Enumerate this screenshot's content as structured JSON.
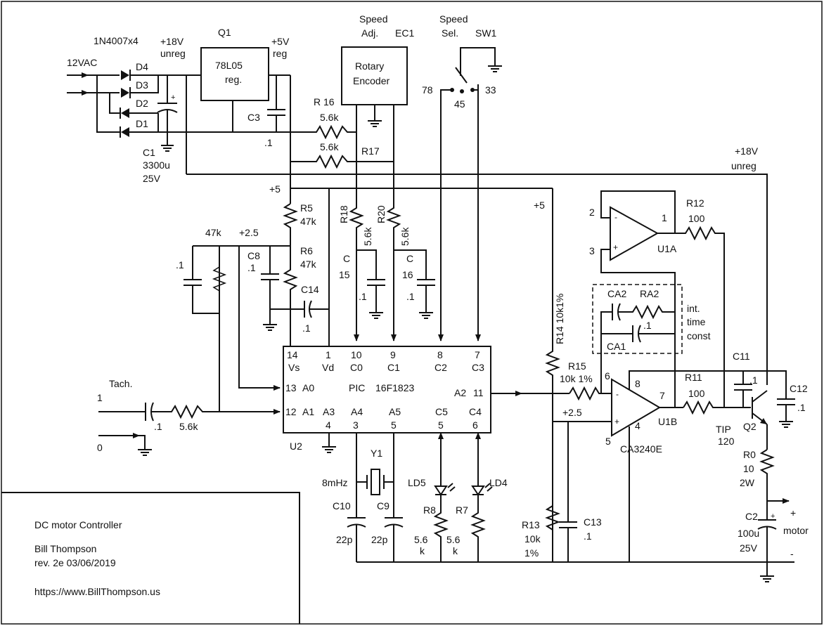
{
  "colors": {
    "ink": "#111111",
    "paper": "#ffffff"
  },
  "title_block": {
    "title": "DC motor Controller",
    "author": "Bill Thompson",
    "revision": "rev. 2e 03/06/2019",
    "url": "https://www.BillThompson.us"
  },
  "power": {
    "supply": "12VAC",
    "bridge": "1N4007x4",
    "diodes": [
      "D4",
      "D3",
      "D2",
      "D1"
    ],
    "rail18": [
      "+18V",
      "unreg"
    ],
    "rail5": [
      "+5V",
      "reg"
    ],
    "reg_ref": "Q1",
    "reg_part": [
      "78L05",
      "reg."
    ],
    "c1": [
      "C1",
      "3300u",
      "25V"
    ],
    "c3": [
      "C3",
      ".1"
    ],
    "plus5": "+5",
    "plus25": "+2.5"
  },
  "encoder": {
    "title": [
      "Speed",
      "Adj."
    ],
    "ref": "EC1",
    "body": [
      "Rotary",
      "Encoder"
    ],
    "r16": [
      "R 16",
      "5.6k"
    ],
    "r17": [
      "5.6k",
      "R17"
    ]
  },
  "switch": {
    "title": [
      "Speed",
      "Sel."
    ],
    "ref": "SW1",
    "positions": [
      "78",
      "45",
      "33"
    ]
  },
  "bias": {
    "r5": [
      "R5",
      "47k"
    ],
    "r6": [
      "R6",
      "47k"
    ],
    "c8": [
      "C8",
      ".1"
    ],
    "c14": [
      "C14",
      ".1"
    ],
    "r47": "47k",
    "c01": ".1"
  },
  "filters": {
    "r18": [
      "R18",
      "5.6k"
    ],
    "r20": [
      "R20",
      "5.6k"
    ],
    "c15": [
      "C",
      "15",
      ".1"
    ],
    "c16": [
      "C",
      "16",
      ".1"
    ]
  },
  "tach": {
    "label": "Tach.",
    "pin1": "1",
    "pin0": "0",
    "cap": ".1",
    "res": "5.6k"
  },
  "pic": {
    "ref": "U2",
    "name": "PIC",
    "part": "16F1823",
    "top_pins": [
      {
        "num": "14",
        "name": "Vs"
      },
      {
        "num": "1",
        "name": "Vd"
      },
      {
        "num": "10",
        "name": "C0"
      },
      {
        "num": "9",
        "name": "C1"
      },
      {
        "num": "8",
        "name": "C2"
      },
      {
        "num": "7",
        "name": "C3"
      }
    ],
    "left_pins": [
      {
        "num": "13",
        "name": "A0"
      },
      {
        "num": "12",
        "name": "A1"
      }
    ],
    "right_pin": {
      "num": "11",
      "name": "A2"
    },
    "bottom_pins": [
      {
        "num": "4",
        "name": "A3"
      },
      {
        "num": "3",
        "name": "A4"
      },
      {
        "num": "5",
        "name": "A5"
      },
      {
        "num": "5",
        "name": "C5"
      },
      {
        "num": "6",
        "name": "C4"
      }
    ]
  },
  "crystal": {
    "ref": "Y1",
    "freq": "8mHz",
    "c10": [
      "C10",
      "22p"
    ],
    "c9": [
      "C9",
      "22p"
    ]
  },
  "leds": {
    "ld5": "LD5",
    "ld4": "LD4",
    "r8": [
      "R8",
      "5.6",
      "k"
    ],
    "r7": [
      "R7",
      "5.6",
      "k"
    ]
  },
  "opamp": {
    "part": "CA3240E",
    "u1a": "U1A",
    "u1b": "U1B",
    "u1a_pins": [
      "2",
      "3",
      "1"
    ],
    "u1b_pins": [
      "6",
      "5",
      "8",
      "7",
      "4"
    ],
    "r12": [
      "R12",
      "100"
    ],
    "r11": [
      "R11",
      "100"
    ],
    "r14": "R14  10k1%",
    "r15": [
      "R15",
      "10k  1%"
    ],
    "r13": [
      "R13",
      "10k",
      "1%"
    ],
    "c13": [
      "C13",
      ".1"
    ],
    "plus5": "+5",
    "plus25": "+2.5",
    "integrator": [
      "CA2",
      "RA2",
      "CA1",
      ".1"
    ],
    "int_label": [
      "int.",
      "time",
      "const"
    ]
  },
  "output": {
    "rail": [
      "+18V",
      "unreg"
    ],
    "c11": [
      "C11",
      ".1"
    ],
    "c12": [
      "C12",
      ".1"
    ],
    "q2": [
      "TIP",
      "120",
      "Q2"
    ],
    "r0": [
      "R0",
      "10",
      "2W"
    ],
    "c2": [
      "C2",
      "100u",
      "25V"
    ],
    "motor": [
      "+",
      "motor",
      "-"
    ]
  }
}
